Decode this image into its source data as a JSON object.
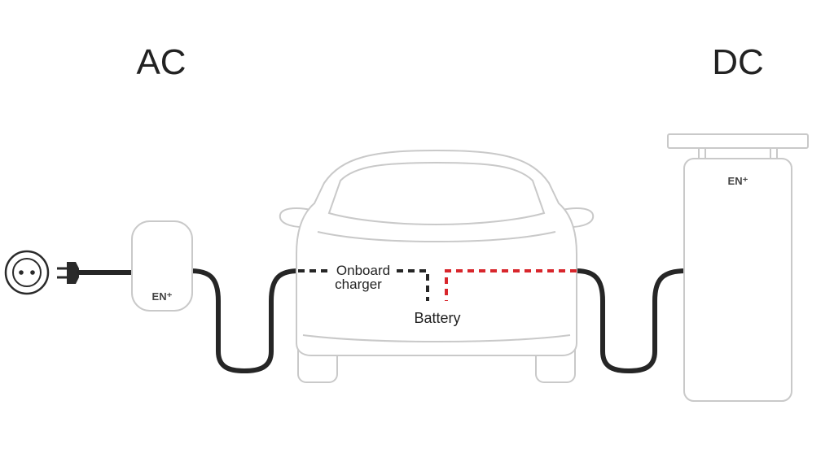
{
  "labels": {
    "ac": "AC",
    "dc": "DC",
    "onboard_line1": "Onboard",
    "onboard_line2": "charger",
    "battery": "Battery"
  },
  "brand": {
    "wallbox": "EN⁺",
    "dc_station": "EN⁺"
  },
  "icons": [
    "socket-icon",
    "plug-icon"
  ],
  "colors": {
    "cable": "#262626",
    "ac_path": "#262626",
    "dc_path": "#d8262c",
    "outline": "#c9c9c9"
  }
}
